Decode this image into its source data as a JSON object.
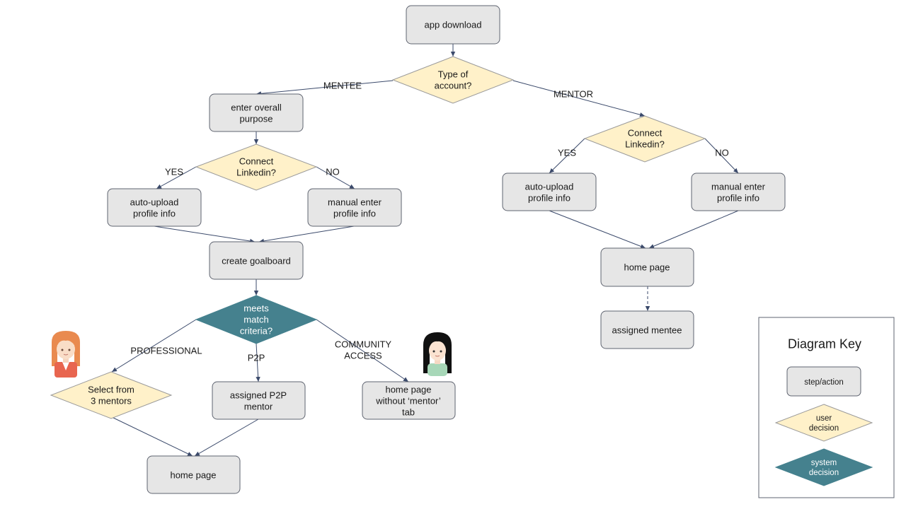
{
  "colors": {
    "step_fill": "#e6e6e6",
    "step_stroke": "#5f6470",
    "decision_fill": "#fff1c9",
    "decision_stroke": "#9a9a9a",
    "system_fill": "#45818e",
    "system_text": "#ffffff",
    "edge": "#3b4a6b"
  },
  "nodes": {
    "app_download": "app download",
    "type_of_account": "Type of\naccount?",
    "enter_purpose": "enter overall\npurpose",
    "mentee_linkedin": "Connect\nLinkedin?",
    "mentee_auto": "auto-upload\nprofile info",
    "mentee_manual": "manual enter\nprofile info",
    "create_goalboard": "create goalboard",
    "meets_match": "meets\nmatch\ncriteria?",
    "select_mentors": "Select from\n3 mentors",
    "assigned_p2p": "assigned P2P\nmentor",
    "home_no_mentor": "home page\nwithout ‘mentor’\ntab",
    "mentee_home": "home page",
    "mentor_linkedin": "Connect\nLinkedin?",
    "mentor_auto": "auto-upload\nprofile info",
    "mentor_manual": "manual enter\nprofile info",
    "mentor_home": "home page",
    "assigned_mentee": "assigned mentee"
  },
  "edge_labels": {
    "mentee": "MENTEE",
    "mentor": "MENTOR",
    "mentee_yes": "YES",
    "mentee_no": "NO",
    "mentor_yes": "YES",
    "mentor_no": "NO",
    "professional": "PROFESSIONAL",
    "p2p": "P2P",
    "community": "COMMUNITY\nACCESS"
  },
  "key": {
    "title": "Diagram Key",
    "step": "step/action",
    "user_decision": "user\ndecision",
    "system_decision": "system\ndecision"
  },
  "icons": [
    "woman-red-hair-avatar-icon",
    "woman-black-hair-avatar-icon"
  ]
}
